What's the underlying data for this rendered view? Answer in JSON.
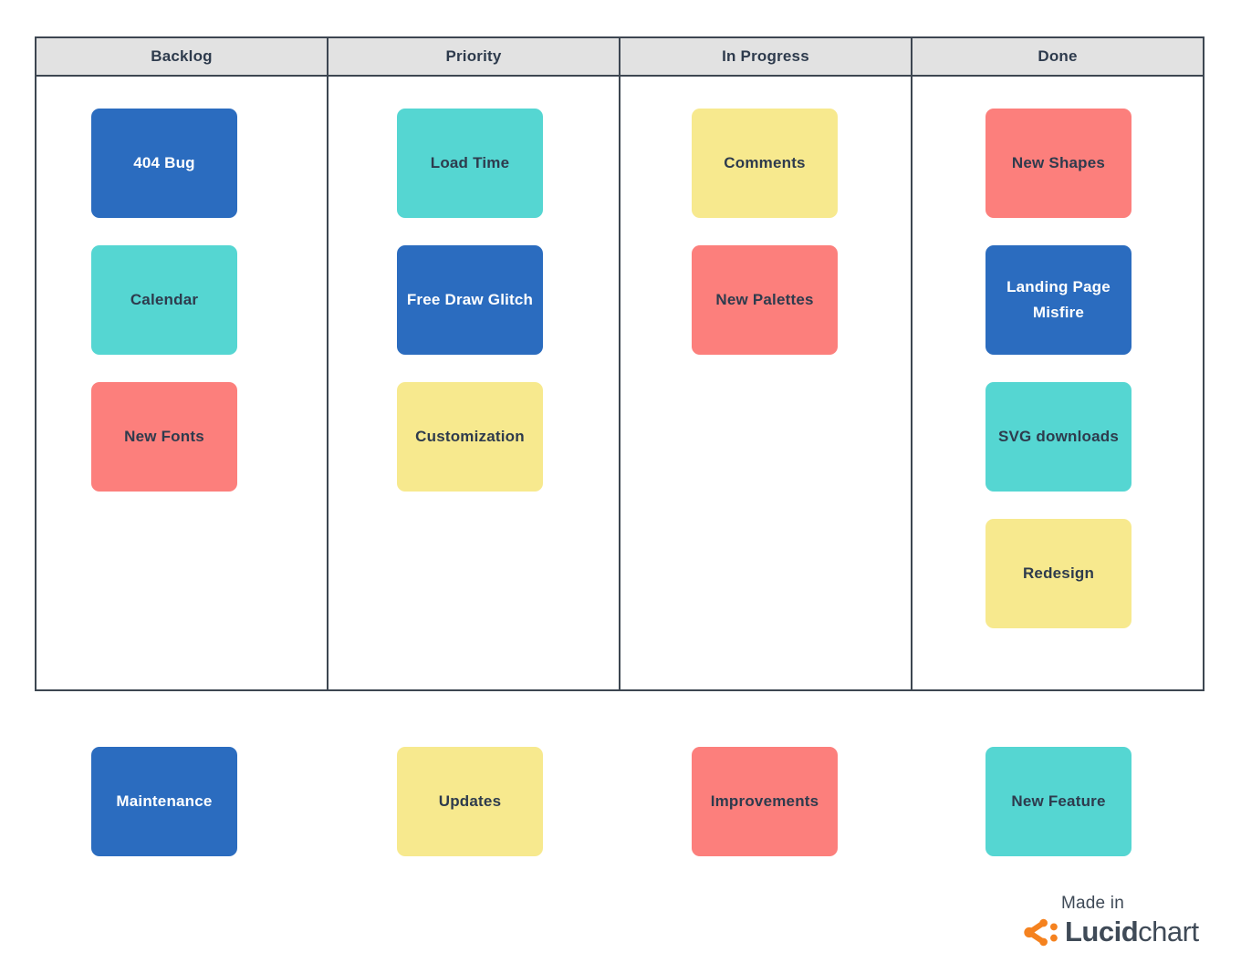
{
  "board": {
    "columns": [
      {
        "label": "Backlog",
        "cards": [
          {
            "label": "404 Bug",
            "color": "blue"
          },
          {
            "label": "Calendar",
            "color": "teal"
          },
          {
            "label": "New Fonts",
            "color": "red"
          }
        ]
      },
      {
        "label": "Priority",
        "cards": [
          {
            "label": "Load Time",
            "color": "teal"
          },
          {
            "label": "Free Draw Glitch",
            "color": "blue"
          },
          {
            "label": "Customization",
            "color": "yellow"
          }
        ]
      },
      {
        "label": "In Progress",
        "cards": [
          {
            "label": "Comments",
            "color": "yellow"
          },
          {
            "label": "New Palettes",
            "color": "red"
          }
        ]
      },
      {
        "label": "Done",
        "cards": [
          {
            "label": "New Shapes",
            "color": "red"
          },
          {
            "label": "Landing Page Misfire",
            "color": "blue"
          },
          {
            "label": "SVG downloads",
            "color": "teal"
          },
          {
            "label": "Redesign",
            "color": "yellow"
          }
        ]
      }
    ]
  },
  "staging_cards": [
    {
      "label": "Maintenance",
      "color": "blue"
    },
    {
      "label": "Updates",
      "color": "yellow"
    },
    {
      "label": "Improvements",
      "color": "red"
    },
    {
      "label": "New Feature",
      "color": "teal"
    }
  ],
  "footer": {
    "made_in_label": "Made in",
    "brand_bold": "Lucid",
    "brand_light": "chart"
  },
  "colors": {
    "blue": {
      "bg": "#2b6cbf",
      "text": "#ffffff"
    },
    "teal": {
      "bg": "#55d6d2",
      "text": "#2e3b4d"
    },
    "red": {
      "bg": "#fc7f7c",
      "text": "#2e3b4d"
    },
    "yellow": {
      "bg": "#f7e98e",
      "text": "#2e3b4d"
    },
    "header_bg": "#e2e2e2",
    "border": "#3d4651",
    "text_dark": "#2e3b4d",
    "logo_orange": "#f5821f",
    "logo_text": "#3f4a57"
  }
}
